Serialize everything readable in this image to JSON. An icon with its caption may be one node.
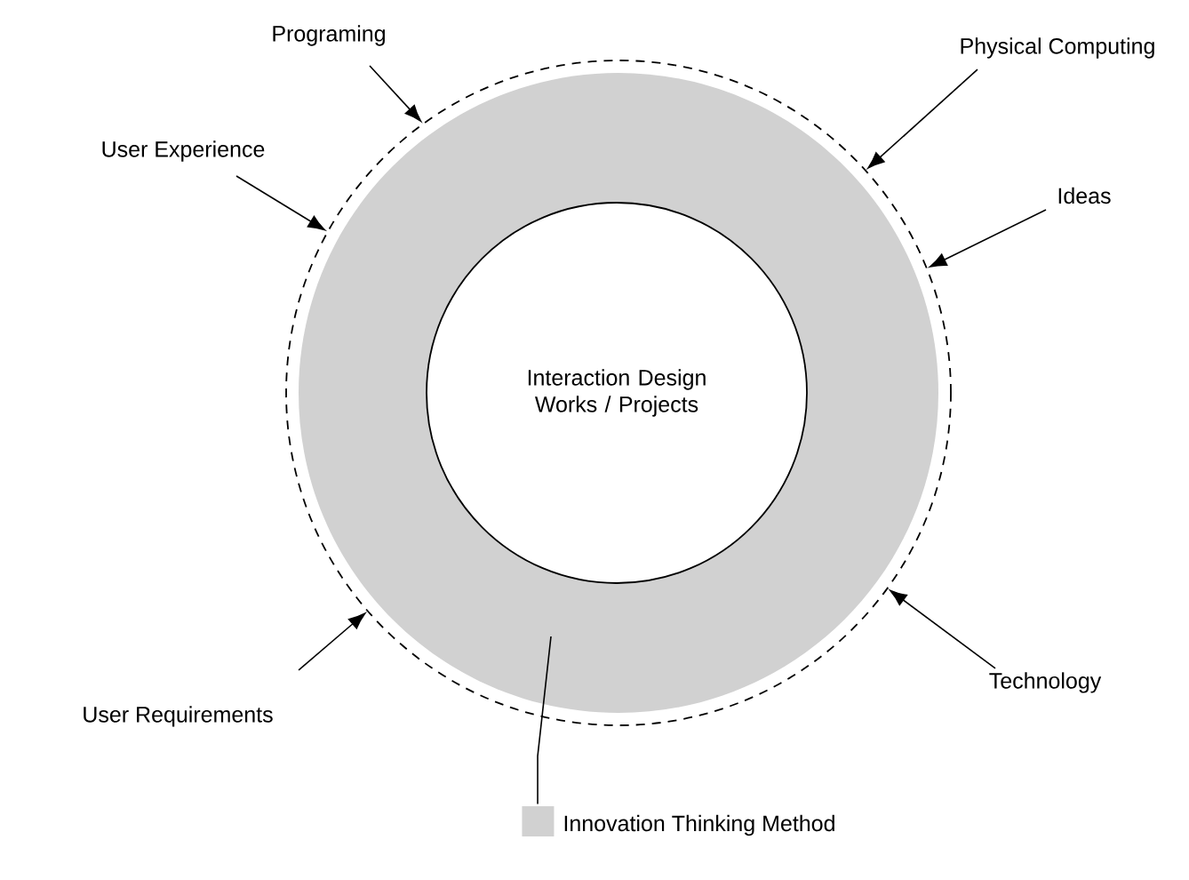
{
  "diagram": {
    "nodes": [
      {
        "text": [],
        "shape": "circle"
      },
      {
        "text": [],
        "shape": "circle",
        "in": 0
      },
      {
        "text": [
          "Interaction Design Works / Projects"
        ],
        "in": 1
      },
      {
        "text": [
          "Programing"
        ]
      },
      {
        "text": [
          "Physical Computing"
        ]
      },
      {
        "text": [
          "User Experience"
        ]
      },
      {
        "text": [
          "Ideas"
        ]
      },
      {
        "text": [
          "User Requirements"
        ]
      },
      {
        "text": [
          "Technology"
        ]
      },
      {
        "text": [
          "Innovation Thinking Method"
        ]
      }
    ],
    "edges": [
      {
        "from": 3,
        "to": 0,
        "arrow": "to"
      },
      {
        "from": 4,
        "to": 0,
        "arrow": "to"
      },
      {
        "from": 5,
        "to": 0,
        "arrow": "to"
      },
      {
        "from": 6,
        "to": 0,
        "arrow": "to"
      },
      {
        "from": 7,
        "to": 0,
        "arrow": "to"
      },
      {
        "from": 8,
        "to": 0,
        "arrow": "to"
      },
      {
        "from": 9,
        "to": 1,
        "arrow": "none"
      }
    ]
  }
}
